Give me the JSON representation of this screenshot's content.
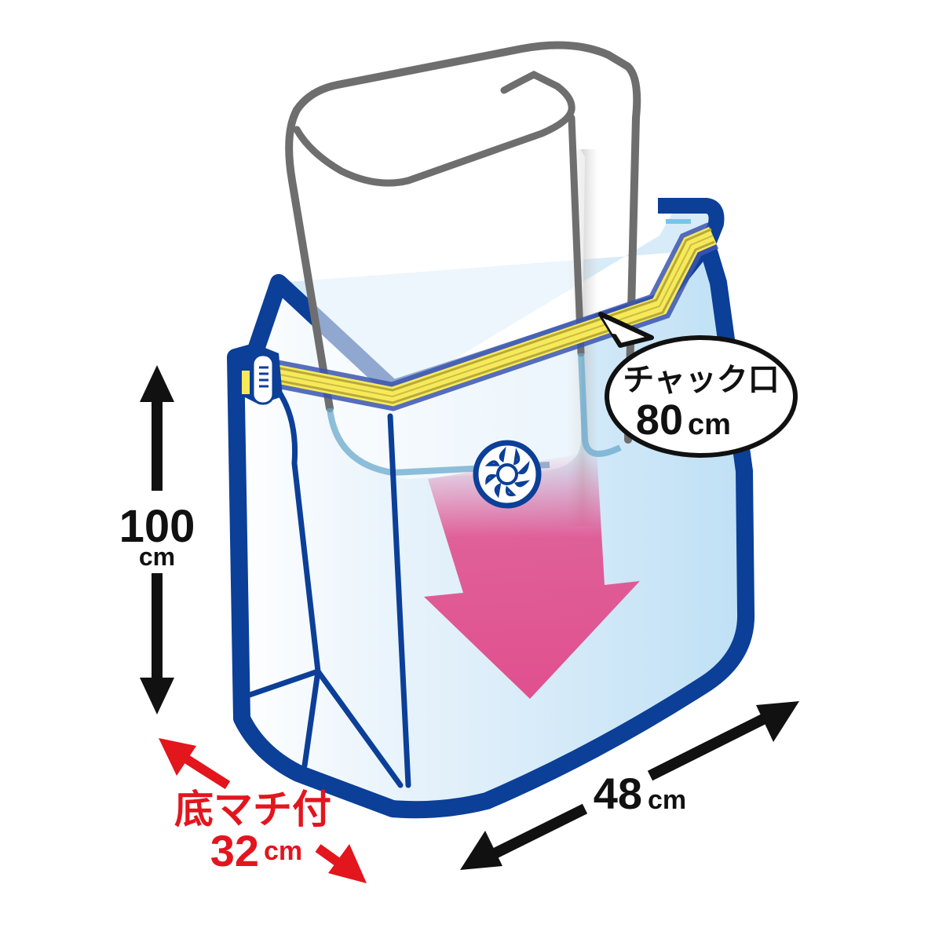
{
  "diagram": {
    "subject": "vacuum storage bag with gusset and zipper",
    "colors": {
      "bag_outline": "#0b3f98",
      "bag_fill_light": "#eaf4fc",
      "bag_fill_blue": "#bfe0f5",
      "zipper_yellow": "#f7ea5a",
      "zipper_stripe": "#b8a93a",
      "item_outline": "#707070",
      "arrow_pink": "#e0508e",
      "dimension_black": "#111111",
      "dimension_red": "#e3151d"
    },
    "labels": {
      "zipper_callout_title": "チャック口",
      "zipper_callout_value": "80",
      "zipper_callout_unit": "cm",
      "height_value": "100",
      "height_unit": "cm",
      "width_value": "48",
      "width_unit": "cm",
      "gusset_title": "底マチ付",
      "gusset_value": "32",
      "gusset_unit": "cm"
    },
    "icons": {
      "valve": "valve-icon",
      "compress_arrow": "down-arrow-icon",
      "zipper_slider": "zipper-slider-icon"
    }
  }
}
